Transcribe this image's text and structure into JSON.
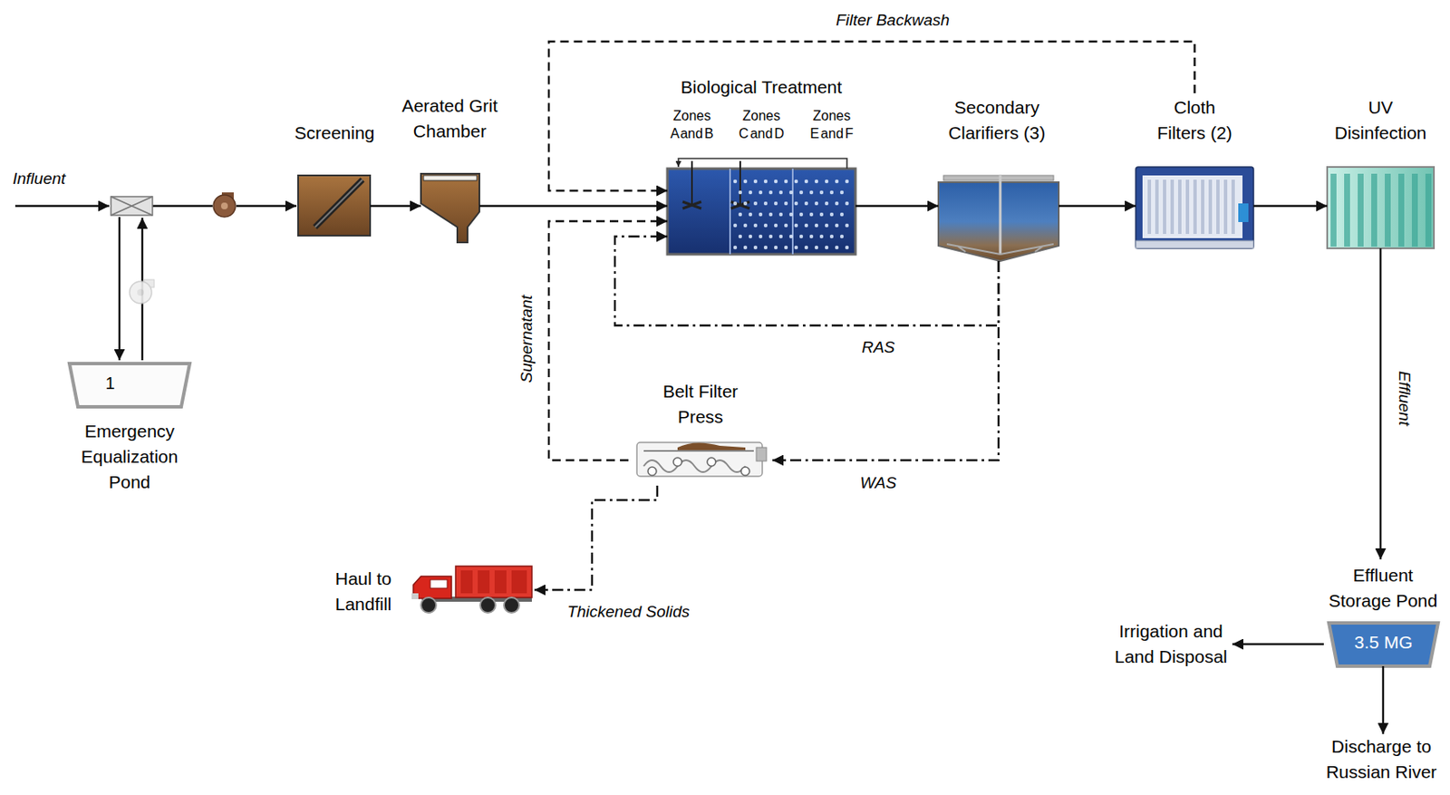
{
  "diagram": {
    "nodes": [
      {
        "text": [
          "1",
          "Emergency Equalization Pond"
        ]
      },
      {
        "text": [
          "Screening"
        ]
      },
      {
        "text": [
          "Aerated Grit Chamber"
        ]
      },
      {
        "text": [
          "Biological Treatment",
          "Zones A and B",
          "Zones C and D",
          "Zones E and F"
        ]
      },
      {
        "text": [
          "Secondary Clarifiers (3)"
        ]
      },
      {
        "text": [
          "Cloth Filters (2)"
        ]
      },
      {
        "text": [
          "UV Disinfection"
        ]
      },
      {
        "text": [
          "Belt Filter Press"
        ]
      },
      {
        "text": [
          "Haul to Landfill"
        ]
      },
      {
        "text": [
          "Effluent Storage Pond",
          "3.5 MG"
        ]
      },
      {
        "text": [
          "Irrigation and Land Disposal"
        ]
      },
      {
        "text": [
          "Discharge to Russian River"
        ]
      }
    ],
    "edges": [
      {
        "from": 1,
        "to": 2,
        "arrow": "to"
      },
      {
        "from": 2,
        "to": 3,
        "arrow": "to"
      },
      {
        "from": 3,
        "to": 4,
        "arrow": "to"
      },
      {
        "from": 4,
        "to": 5,
        "arrow": "to"
      },
      {
        "from": 5,
        "to": 6,
        "arrow": "to"
      },
      {
        "from": 6,
        "to": 9,
        "label": "Effluent",
        "arrow": "to"
      },
      {
        "from": 9,
        "to": 10,
        "arrow": "to"
      },
      {
        "from": 9,
        "to": 11,
        "arrow": "to"
      },
      {
        "from": 4,
        "to": 3,
        "label": "RAS",
        "arrow": "to"
      },
      {
        "from": 4,
        "to": 7,
        "label": "WAS",
        "arrow": "to"
      },
      {
        "from": 7,
        "to": 3,
        "label": "Supernatant",
        "arrow": "to"
      },
      {
        "from": 7,
        "to": 8,
        "label": "Thickened Solids",
        "arrow": "to"
      },
      {
        "from": 5,
        "to": 3,
        "label": "Filter Backwash",
        "arrow": "to"
      }
    ],
    "labels": [
      "Influent"
    ]
  }
}
